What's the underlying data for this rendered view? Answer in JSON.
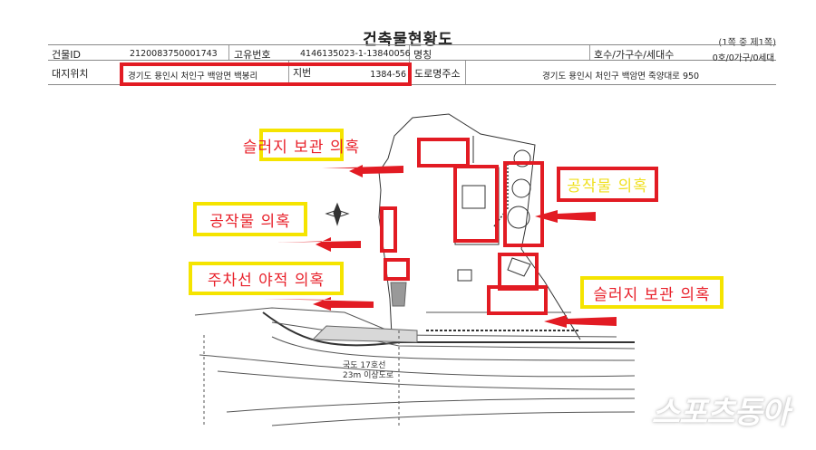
{
  "document": {
    "title": "건축물현황도",
    "page_info": "(1쪽 중 제1쪽)"
  },
  "table": {
    "row1": {
      "building_id_label": "건물ID",
      "building_id_value": "2120083750001743",
      "unique_no_label": "고유번호",
      "unique_no_value": "4146135023-1-13840056",
      "name_label": "명칭",
      "name_value": "",
      "units_label": "호수/가구수/세대수",
      "units_value": "0호/0가구/0세대"
    },
    "row2": {
      "site_label": "대지위치",
      "site_value": "경기도 용인시 처인구 백암면 백봉리",
      "lot_label": "지번",
      "lot_value": "1384-56",
      "road_label": "도로명주소",
      "road_value": "경기도 용인시 처인구 백암면 죽양대로 950"
    }
  },
  "drawing": {
    "road_name": "국도 17호선",
    "road_width": "23m 이상도로"
  },
  "annotations": [
    {
      "text": "슬러지 보관 의혹",
      "style": "yellow-box"
    },
    {
      "text": "공작물 의혹",
      "style": "yellow-box"
    },
    {
      "text": "주차선 야적 의혹",
      "style": "yellow-box"
    },
    {
      "text": "공작물 의혹",
      "style": "red-box"
    },
    {
      "text": "슬러지 보관 의혹",
      "style": "yellow-box"
    }
  ],
  "colors": {
    "highlight_red": "#e21b23",
    "label_yellow": "#f5e400"
  },
  "watermark": "스포츠동아"
}
